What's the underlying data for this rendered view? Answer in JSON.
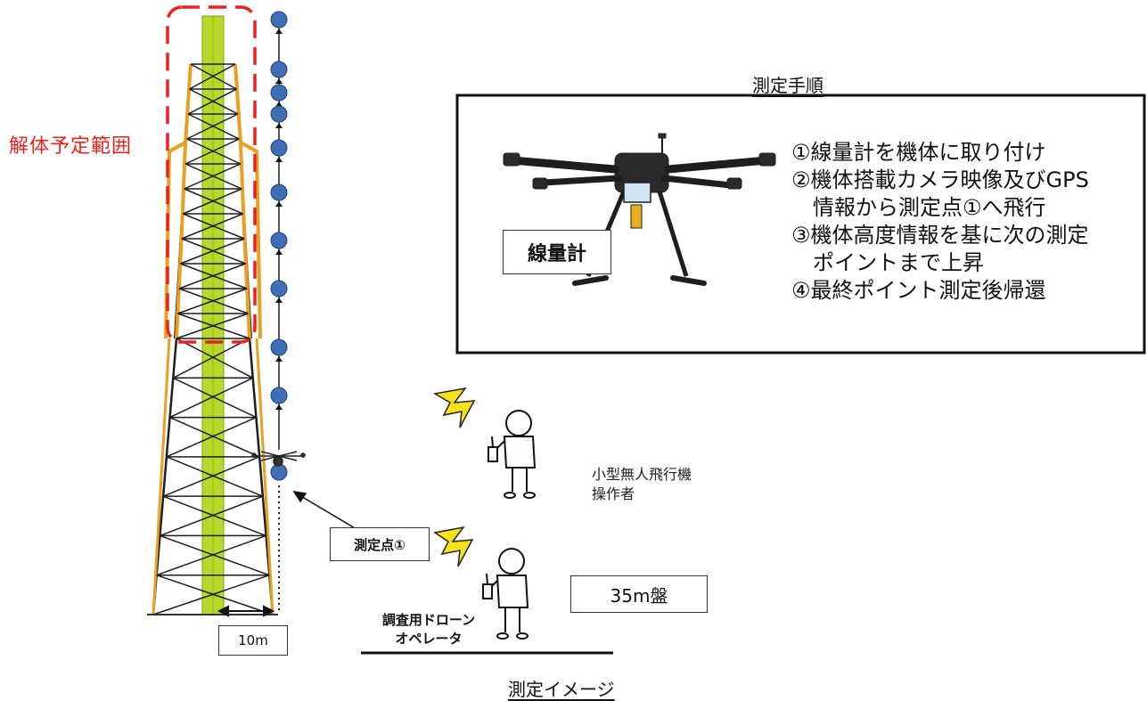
{
  "dismantle_range_label": "解体予定範囲",
  "procedure_title": "測定手順",
  "dosimeter_label": "線量計",
  "steps": [
    "①線量計を機体に取り付け",
    "②機体搭載カメラ映像及びGPS",
    "情報から測定点①へ飛行",
    "③機体高度情報を基に次の測定",
    "ポイントまで上昇",
    "④最終ポイント測定後帰還"
  ],
  "small_uav_operator": [
    "小型無人飛行機",
    "操作者"
  ],
  "measurement_point_label": "測定点①",
  "platform_label": "35m盤",
  "drone_operator_label": [
    "調査用ドローン",
    "オペレータ"
  ],
  "distance_label": "10m",
  "image_title": "測定イメージ",
  "colors": {
    "tower_steel": "#1e1e1e",
    "tower_orange": "#e8a020",
    "stack_green": "#b6d92a",
    "point_blue": "#3f6fb5",
    "dashed_red": "#e8231f",
    "lightning_yellow": "#f6e21a"
  }
}
